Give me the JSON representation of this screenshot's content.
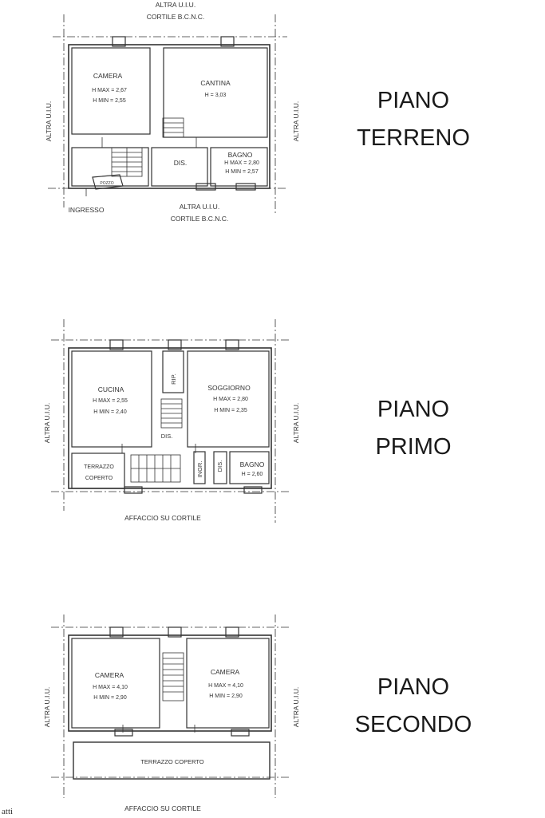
{
  "floors": [
    {
      "title_line1": "PIANO",
      "title_line2": "TERRENO",
      "top_label_1": "ALTRA U.I.U.",
      "top_label_2": "CORTILE B.C.N.C.",
      "left_label": "ALTRA U.I.U.",
      "right_label": "ALTRA U.I.U.",
      "bottom_label_1": "ALTRA U.I.U.",
      "bottom_label_2": "CORTILE B.C.N.C.",
      "entrance_label": "INGRESSO",
      "well_label": "POZZO",
      "rooms": [
        {
          "name": "CAMERA",
          "h1": "H MAX = 2,67",
          "h2": "H MIN = 2,55"
        },
        {
          "name": "CANTINA",
          "h1": "H = 3,03",
          "h2": ""
        },
        {
          "name": "BAGNO",
          "h1": "H MAX = 2,80",
          "h2": "H MIN = 2,57"
        },
        {
          "name": "DIS.",
          "h1": "",
          "h2": ""
        }
      ]
    },
    {
      "title_line1": "PIANO",
      "title_line2": "PRIMO",
      "left_label": "ALTRA U.I.U.",
      "right_label": "ALTRA U.I.U.",
      "bottom_label": "AFFACCIO SU CORTILE",
      "rooms": [
        {
          "name": "CUCINA",
          "h1": "H MAX = 2,55",
          "h2": "H MIN = 2,40"
        },
        {
          "name": "SOGGIORNO",
          "h1": "H MAX = 2,80",
          "h2": "H MIN = 2,35"
        },
        {
          "name": "BAGNO",
          "h1": "H = 2,60",
          "h2": ""
        },
        {
          "name": "TERRAZZO",
          "h1": "COPERTO",
          "h2": ""
        },
        {
          "name": "RIP.",
          "h1": "",
          "h2": ""
        },
        {
          "name": "DIS.",
          "h1": "",
          "h2": ""
        },
        {
          "name": "DIS.",
          "h1": "",
          "h2": ""
        },
        {
          "name": "INGR.",
          "h1": "",
          "h2": ""
        }
      ]
    },
    {
      "title_line1": "PIANO",
      "title_line2": "SECONDO",
      "left_label": "ALTRA U.I.U.",
      "right_label": "ALTRA U.I.U.",
      "bottom_label": "AFFACCIO SU CORTILE",
      "rooms": [
        {
          "name": "CAMERA",
          "h1": "H MAX = 4,10",
          "h2": "H MIN = 2,90"
        },
        {
          "name": "CAMERA",
          "h1": "H MAX = 4,10",
          "h2": "H MIN = 2,90"
        },
        {
          "name": "TERRAZZO  COPERTO",
          "h1": "",
          "h2": ""
        }
      ]
    }
  ],
  "stray_text": "atti"
}
